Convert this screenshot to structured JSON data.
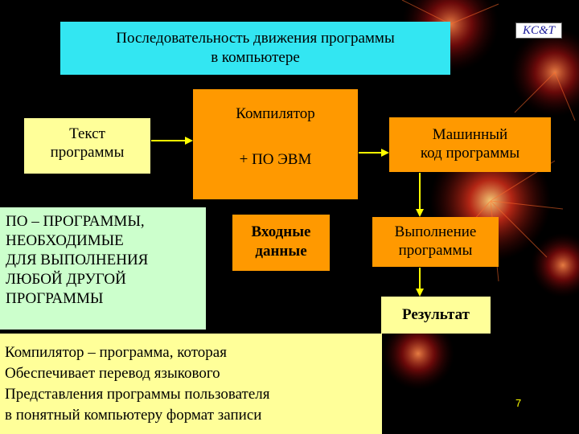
{
  "title": {
    "line1": "Последовательность движения программы",
    "line2": "в компьютере"
  },
  "logo_text": "KC&T",
  "nodes": {
    "source_text": {
      "line1": "Текст",
      "line2": "программы"
    },
    "compiler": {
      "line1": "Компилятор",
      "line2": "+ ПО ЭВМ"
    },
    "machine_code": {
      "line1": "Машинный",
      "line2": "код программы"
    },
    "software_note": {
      "lines": [
        "ПО – ПРОГРАММЫ,",
        "НЕОБХОДИМЫЕ",
        "ДЛЯ ВЫПОЛНЕНИЯ",
        "ЛЮБОЙ ДРУГОЙ",
        "ПРОГРАММЫ"
      ]
    },
    "input_data": {
      "line1": "Входные",
      "line2": "данные"
    },
    "execution": {
      "line1": "Выполнение",
      "line2": "программы"
    },
    "result": "Результат"
  },
  "definition": {
    "lines": [
      "Компилятор –   программа, которая",
      "Обеспечивает перевод языкового",
      "Представления  программы пользователя",
      "в понятный компьютеру формат записи"
    ]
  },
  "page_number": "7",
  "colors": {
    "background": "#000000",
    "title_fill": "#33e6f2",
    "orange_fill": "#ff9900",
    "light_yellow_fill": "#ffff99",
    "light_green_fill": "#ccffcc",
    "arrow": "#ffff00",
    "page_number": "#ffff00"
  }
}
